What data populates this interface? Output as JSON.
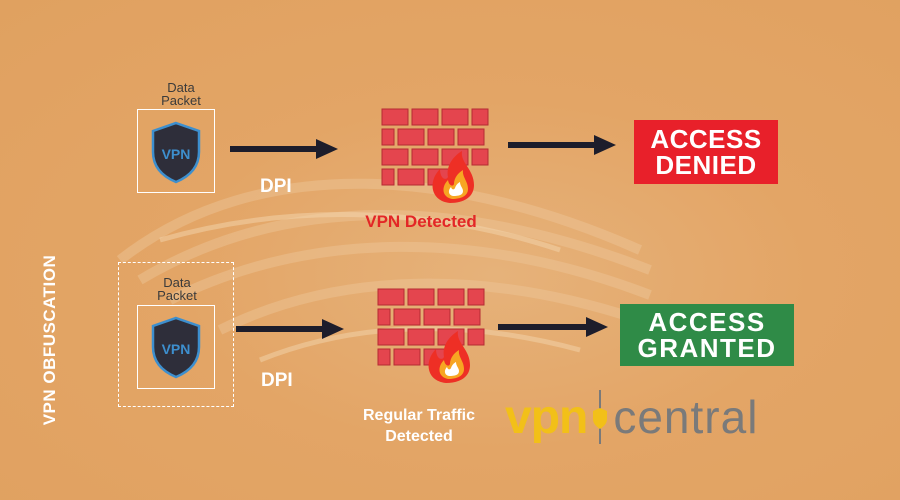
{
  "side_label": "VPN OBFUSCATION",
  "rows": [
    {
      "packet": {
        "caption_line1": "Data",
        "caption_line2": "Packet",
        "shield_text": "VPN",
        "border": "solid"
      },
      "dpi_label": "DPI",
      "detection": {
        "line1": "VPN Detected",
        "line2": "",
        "color": "#e32626"
      },
      "result": {
        "line1": "ACCESS",
        "line2": "DENIED",
        "color": "#e8202a"
      }
    },
    {
      "packet": {
        "caption_line1": "Data",
        "caption_line2": "Packet",
        "shield_text": "VPN",
        "border": "dashed"
      },
      "dpi_label": "DPI",
      "detection": {
        "line1": "Regular Traffic",
        "line2": "Detected",
        "color": "#ffffff"
      },
      "result": {
        "line1": "ACCESS",
        "line2": "GRANTED",
        "color": "#2f8b47"
      }
    }
  ],
  "logo": {
    "part1": "vpn",
    "part2": "central",
    "color1": "#f2c018",
    "color2": "#7a7a7a"
  },
  "icons": {
    "shield": "vpn-shield-icon",
    "firewall": "firewall-brick-icon",
    "flame": "flame-icon",
    "arrow": "arrow-right-icon"
  }
}
